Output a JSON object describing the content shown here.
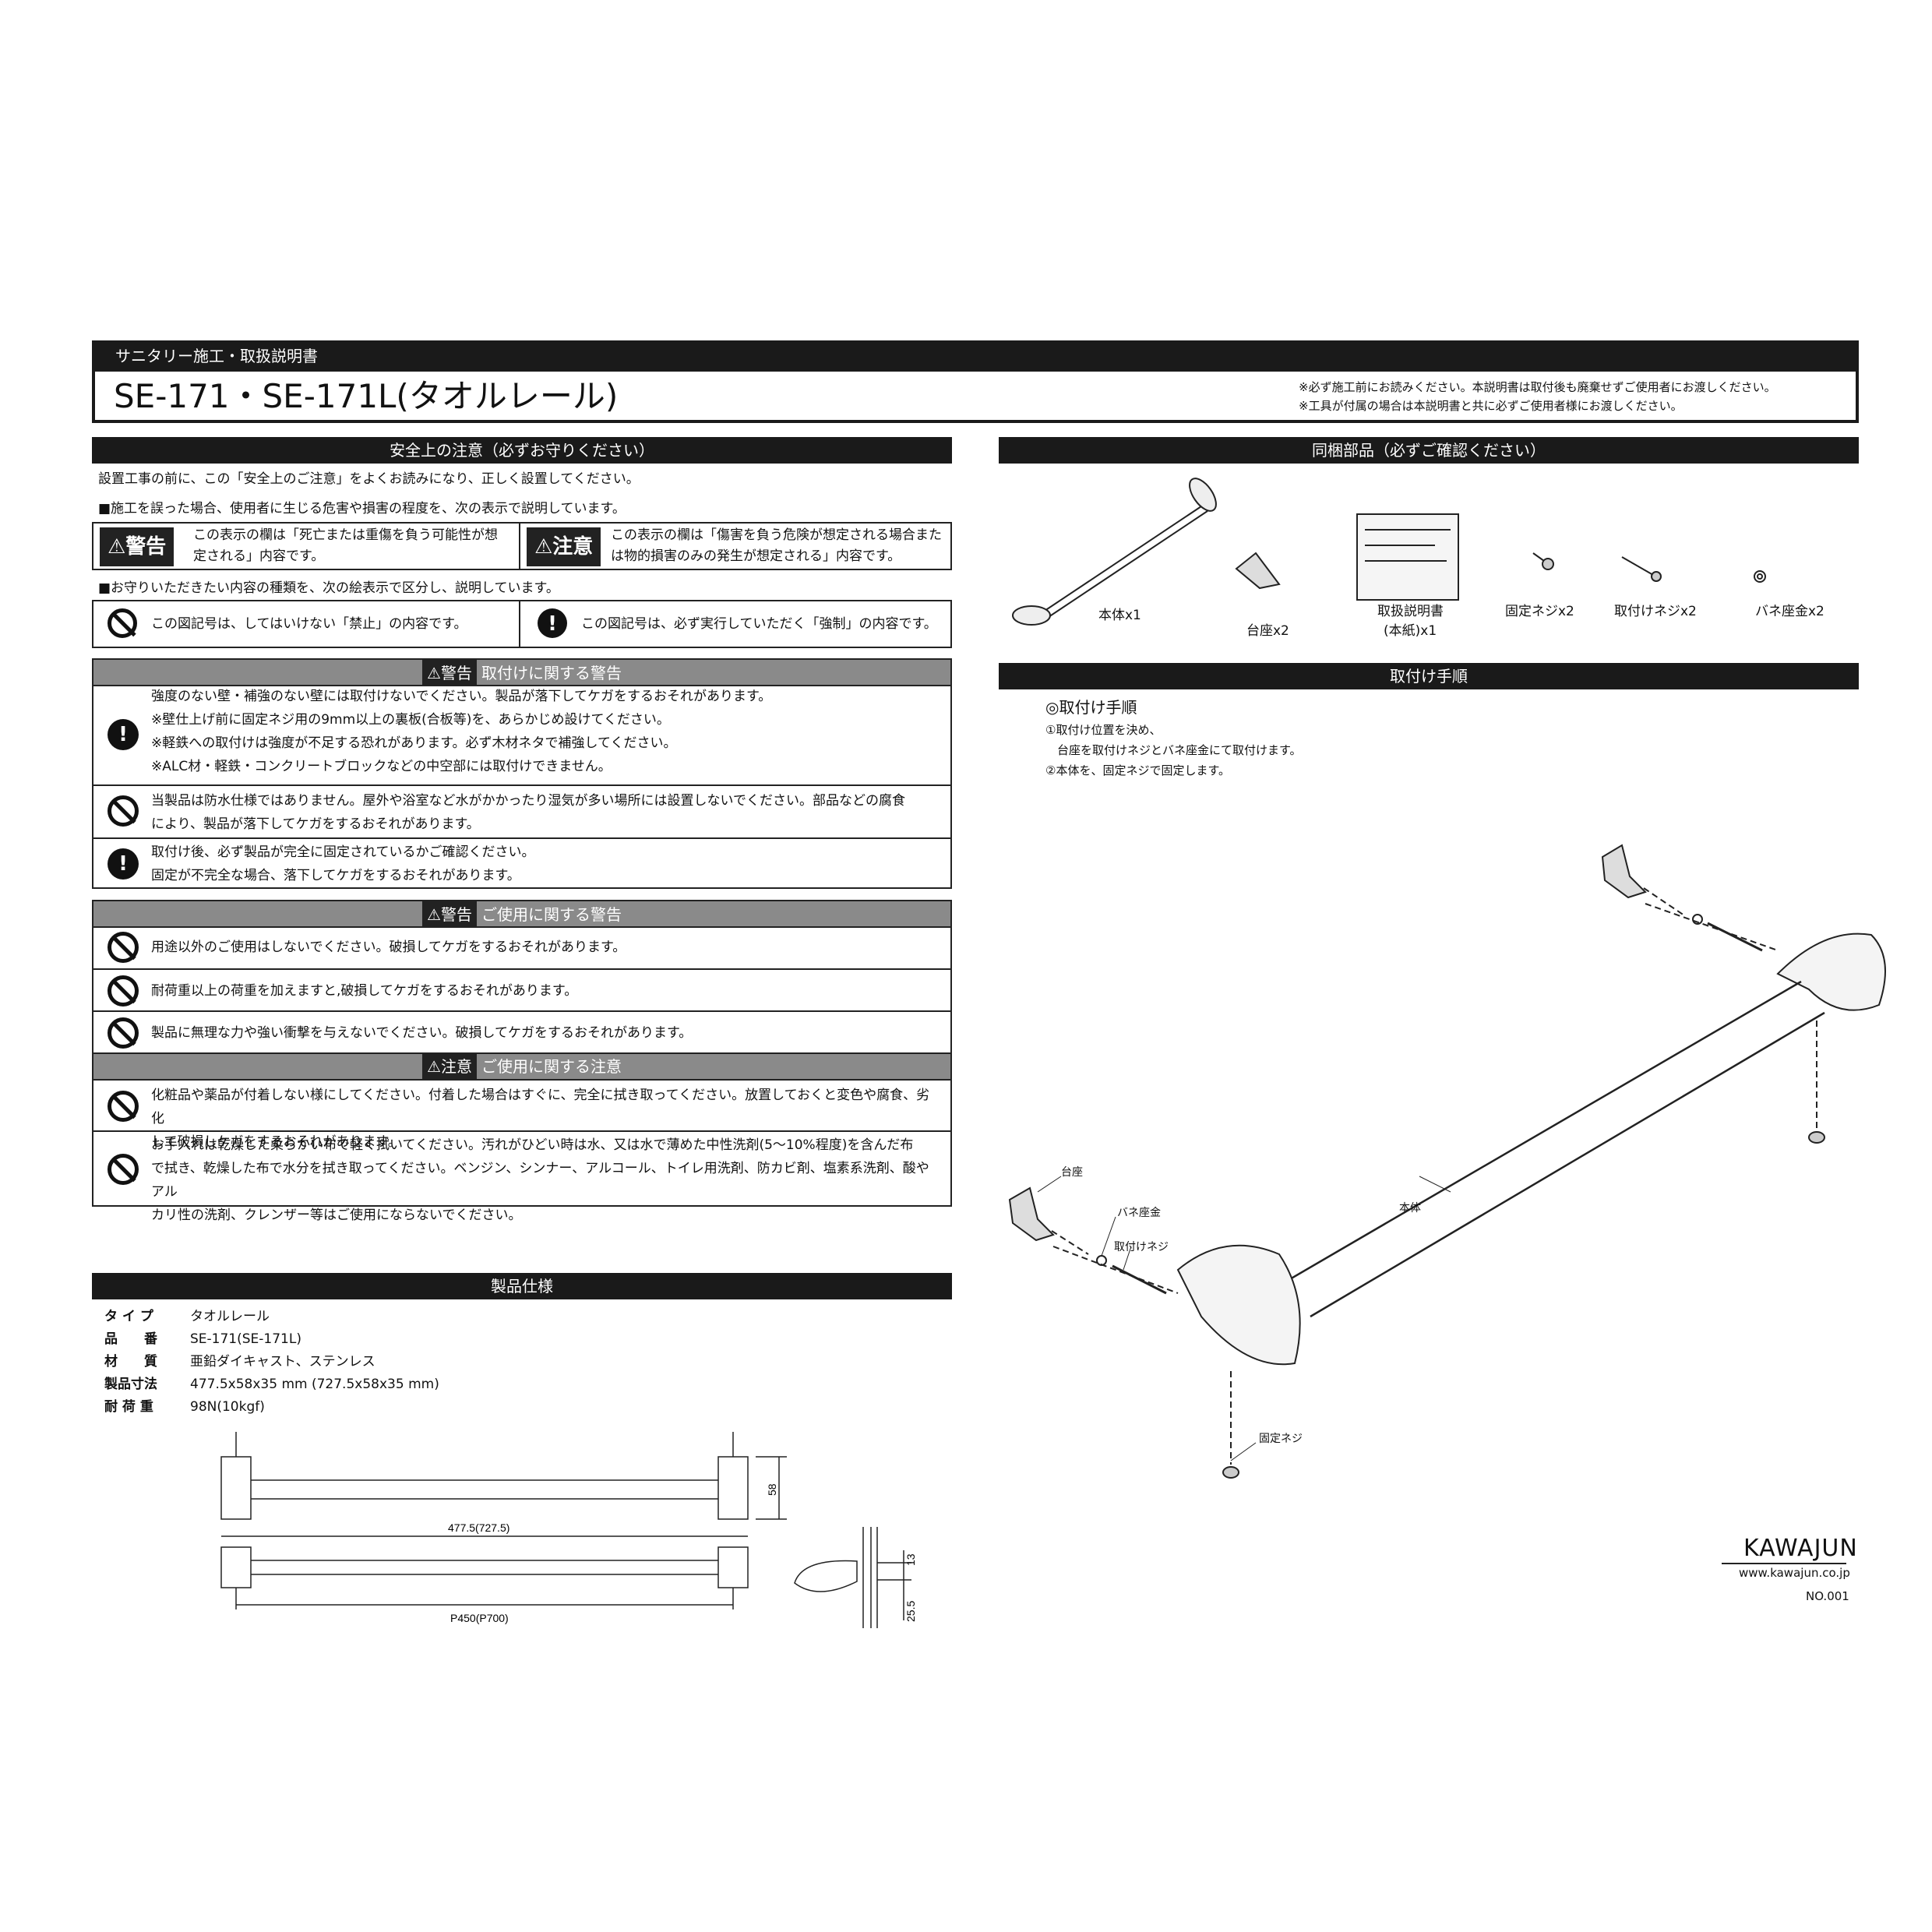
{
  "header": {
    "doc_type": "サニタリー施工・取扱説明書",
    "title": "SE-171・SE-171L(タオルレール)",
    "notes": [
      "※必ず施工前にお読みください。本説明書は取付後も廃棄せずご使用者にお渡しください。",
      "※工具が付属の場合は本説明書と共に必ずご使用者様にお渡しください。"
    ]
  },
  "safety": {
    "heading": "安全上の注意（必ずお守りください）",
    "intro": "設置工事の前に、この「安全上のご注意」をよくお読みになり、正しく設置してください。",
    "note1": "■施工を誤った場合、使用者に生じる危害や損害の程度を、次の表示で説明しています。",
    "warning_badge": "⚠警告",
    "warning_desc": "この表示の欄は「死亡または重傷を負う可能性が想定される」内容です。",
    "caution_badge": "⚠注意",
    "caution_desc": "この表示の欄は「傷害を負う危険が想定される場合または物的損害のみの発生が想定される」内容です。",
    "note2": "■お守りいただきたい内容の種類を、次の絵表示で区分し、説明しています。",
    "prohibit_desc": "この図記号は、してはいけない「禁止」の内容です。",
    "mandatory_desc": "この図記号は、必ず実行していただく「強制」の内容です。"
  },
  "install_warning": {
    "tag": "⚠警告",
    "heading": "取付けに関する警告",
    "items": [
      "強度のない壁・補強のない壁には取付けないでください。製品が落下してケガをするおそれがあります。",
      "※壁仕上げ前に固定ネジ用の9mm以上の裏板(合板等)を、あらかじめ設けてください。",
      "※軽鉄への取付けは強度が不足する恐れがあります。必ず木材ネタで補強してください。",
      "※ALC材・軽鉄・コンクリートブロックなどの中空部には取付けできません。",
      "当製品は防水仕様ではありません。屋外や浴室など水がかかったり湿気が多い場所には設置しないでください。部品などの腐食",
      "により、製品が落下してケガをするおそれがあります。",
      "取付け後、必ず製品が完全に固定されているかご確認ください。",
      "固定が不完全な場合、落下してケガをするおそれがあります。"
    ]
  },
  "use_warning": {
    "tag": "⚠警告",
    "heading": "ご使用に関する警告",
    "items": [
      "用途以外のご使用はしないでください。破損してケガをするおそれがあります。",
      "耐荷重以上の荷重を加えますと,破損してケガをするおそれがあります。",
      "製品に無理な力や強い衝撃を与えないでください。破損してケガをするおそれがあります。"
    ]
  },
  "use_caution": {
    "tag": "⚠注意",
    "heading": "ご使用に関する注意",
    "items": [
      "化粧品や薬品が付着しない様にしてください。付着した場合はすぐに、完全に拭き取ってください。放置しておくと変色や腐食、劣化",
      "して破損しケガをするおそれがあります。",
      "お手入れは乾燥した柔らかい布で軽く拭いてください。汚れがひどい時は水、又は水で薄めた中性洗剤(5〜10%程度)を含んだ布",
      "で拭き、乾燥した布で水分を拭き取ってください。ベンジン、シンナー、アルコール、トイレ用洗剤、防カビ剤、塩素系洗剤、酸やアル",
      "カリ性の洗剤、クレンザー等はご使用にならないでください。"
    ]
  },
  "spec": {
    "heading": "製品仕様",
    "rows": [
      {
        "k": "タ イ プ",
        "v": "タオルレール"
      },
      {
        "k": "品　　番",
        "v": "SE-171(SE-171L)"
      },
      {
        "k": "材　　質",
        "v": "亜鉛ダイキャスト、ステンレス"
      },
      {
        "k": "製品寸法",
        "v": "477.5x58x35 mm (727.5x58x35 mm)"
      },
      {
        "k": "耐 荷 重",
        "v": "98N(10kgf)"
      }
    ],
    "dims": {
      "height": "58",
      "length": "477.5(727.5)",
      "pitch": "P450(P700)",
      "d13": "13",
      "d255": "25.5"
    }
  },
  "parts": {
    "heading": "同梱部品（必ずご確認ください）",
    "items": [
      "本体x1",
      "台座x2",
      "取扱説明書",
      "(本紙)x1",
      "固定ネジx2",
      "取付けネジx2",
      "バネ座金x2"
    ]
  },
  "procedure": {
    "heading": "取付け手順",
    "subtitle": "◎取付け手順",
    "steps": [
      "①取付け位置を決め、",
      "　台座を取付けネジとバネ座金にて取付けます。",
      "②本体を、固定ネジで固定します。"
    ],
    "labels": {
      "base": "台座",
      "washer": "バネ座金",
      "screw": "取付けネジ",
      "body": "本体",
      "fix": "固定ネジ"
    }
  },
  "footer": {
    "brand": "KAWAJUN",
    "url": "www.kawajun.co.jp",
    "no": "NO.001"
  }
}
